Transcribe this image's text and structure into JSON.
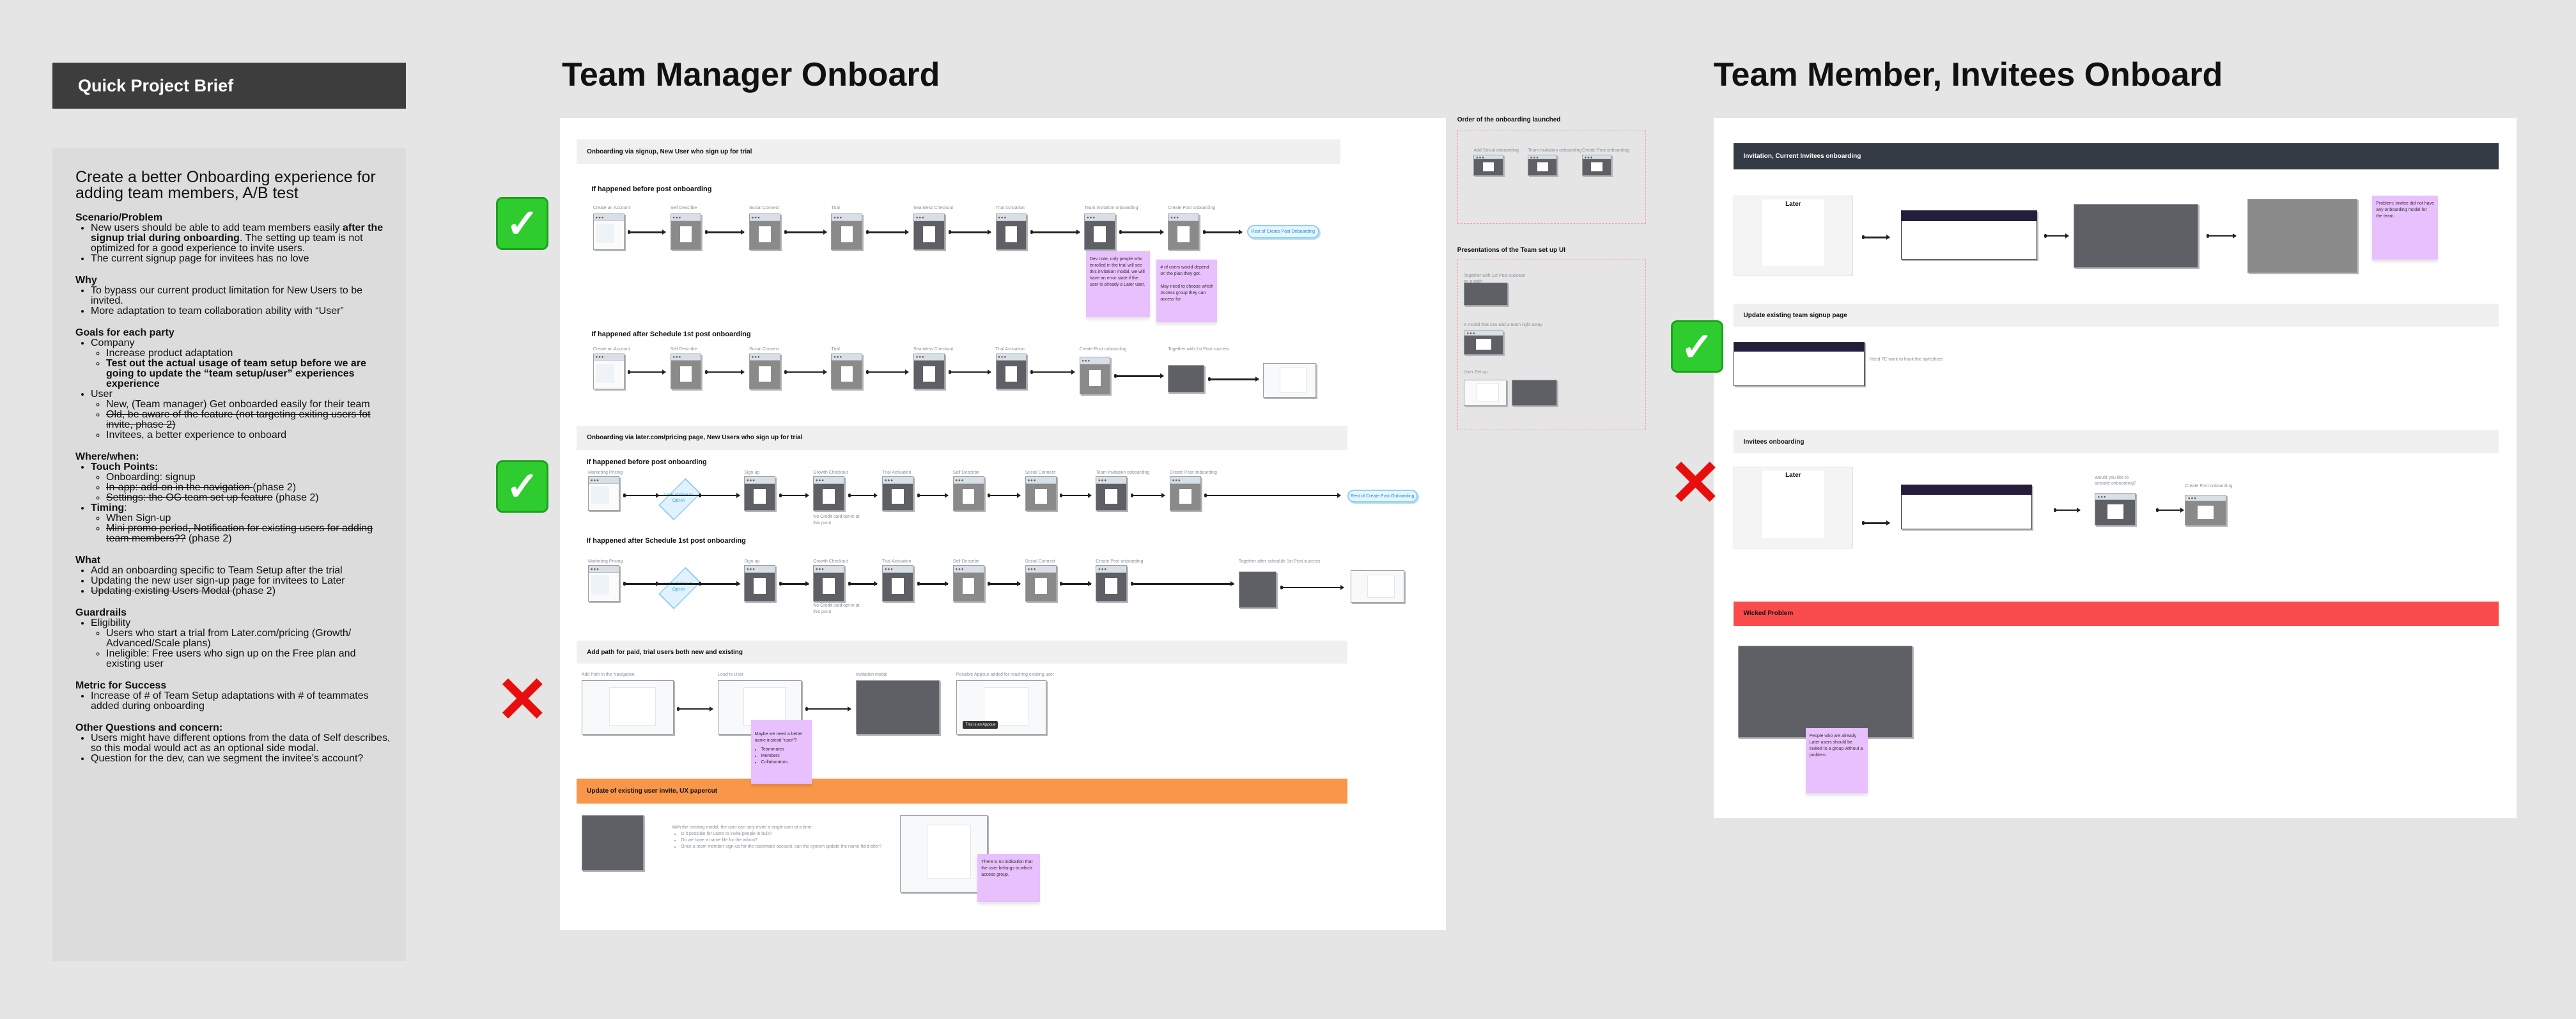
{
  "brief": {
    "header": "Quick Project Brief",
    "headline": "Create a better Onboarding experience for adding team members, A/B test",
    "scenario": {
      "title": "Scenario/Problem",
      "b1_a": "New users should be able to add team members easily ",
      "b1_bold": "after the signup trial during onboarding",
      "b1_c": ". The setting up team is not optimized for a good experience to invite users.",
      "b2": "The current signup page for invitees has no love"
    },
    "why": {
      "title": "Why",
      "items": [
        "To bypass our current product limitation for New Users to be invited.",
        "More adaptation to team collaboration ability with “User”"
      ]
    },
    "goals": {
      "title": "Goals for each party",
      "company": "Company",
      "company_items": [
        "Increase product adaptation",
        "Test out the actual usage of team setup before we are going to update the “team setup/user” experiences experience"
      ],
      "user": "User",
      "user_items": [
        "New, (Team manager) Get onboarded easily for their team",
        "Old, be aware of the feature (not targeting exiting users fot invite, phase 2)",
        "Invitees, a better experience to onboard"
      ]
    },
    "where": {
      "title": "Where/when:",
      "touch": "Touch Points:",
      "touch_items": [
        "Onboarding: signup",
        "In-app: add-on in the navigation ",
        "Settings: the OG team set up feature"
      ],
      "phase2": " (phase 2)",
      "timing": "Timing",
      "timing_items": [
        "When Sign-up",
        "Mini promo period, Notification for existing users for adding team members??"
      ]
    },
    "what": {
      "title": "What",
      "items": [
        "Add an onboarding specific to Team Setup after the trial",
        "Updating the new user sign-up page for invitees to Later",
        "Updating existing Users Modal "
      ]
    },
    "guardrails": {
      "title": "Guardrails",
      "eligibility": "Eligibility",
      "items": [
        "Users who start a trial from Later.com/pricing (Growth/ Advanced/Scale plans)",
        "Ineligible: Free users who sign up on the Free plan and existing user"
      ]
    },
    "metric": {
      "title": "Metric for Success",
      "items": [
        "Increase of # of Team Setup adaptations with # of teammates added during onboarding"
      ]
    },
    "questions": {
      "title": "Other Questions and concern:",
      "items": [
        "Users might have different options from the data of Self describes, so this modal would act as an optional side modal.",
        "Question for the dev, can we segment the invitee’s account?"
      ]
    }
  },
  "manager": {
    "title": "Team Manager Onboard",
    "s1": {
      "band": "Onboarding via signup, New User who sign up for trial",
      "before": {
        "title": "If happened before post onboarding",
        "steps": [
          "Create an Account",
          "Self Describe",
          "Social Connect",
          "Trial",
          "Seamless Checkout",
          "Trial Activation",
          "Team Invitation onboarding",
          "Create Post onboarding"
        ],
        "pill": "Rest of Create Post Onboarding",
        "notes": [
          "Dev note, only people who enrolled in the trial will see this invitation modal, we will have an error state if the user is already a Later user.",
          "# of users would depend on the plan they got.\n\nMay need to choose which Access group they can access for"
        ]
      },
      "after": {
        "title": "If happened after Schedule 1st post onboarding",
        "steps": [
          "Create an Account",
          "Self Describe",
          "Social Connect",
          "Trial",
          "Seamless Checkout",
          "Trial Activation",
          "Create Post onboarding",
          "Together with 1st Post success"
        ]
      }
    },
    "s2": {
      "band": "Onboarding via later.com/pricing page, New Users who sign up for trial",
      "before": {
        "title": "If happened before post onboarding",
        "steps": [
          "Marketing Pricing",
          "Sign-up",
          "Growth Checkout",
          "Trial Activation",
          "Self Describe",
          "Social Connect",
          "Team Invitation onboarding",
          "Create Post onboarding"
        ],
        "diamond": "User choice to Opt-in",
        "note": "No Credit card opt-in at this point",
        "pill": "Rest of Create Post Onboarding"
      },
      "after": {
        "title": "If happened after Schedule 1st post onboarding",
        "steps": [
          "Marketing Pricing",
          "Sign-up",
          "Growth Checkout",
          "Trial Activation",
          "Self Describe",
          "Social Connect",
          "Create Post onboarding",
          "Together after schedule 1st Post success"
        ],
        "diamond": "User choice to Opt-in",
        "note": "No Credit card opt-in at this point"
      }
    },
    "s3": {
      "band": "Add path for paid, trial users both new and existing",
      "steps": [
        "Add Path in the Navigation",
        "Lead to User",
        "Invitation modal",
        "Possible Appcue added for reaching existing user"
      ],
      "tooltip": "This is an Appcue",
      "note": "Maybe we need a better name instead “user”?",
      "note_items": [
        "Teammates",
        "Members",
        "Collaborators"
      ]
    },
    "s4": {
      "band": "Update of existing user invite, UX papercut",
      "text": "With the existing modal, the user can only invite a single user at a time:",
      "items": [
        "Is it possible for users to invite people in bulk?",
        "Do we have a name file for the admin?",
        "Once a team member sign-up for the teammate account, can the system update the name field after?"
      ],
      "note": "There is no indication that the user belongs to which access group."
    }
  },
  "side": {
    "order": {
      "title": "Order of the onboarding launched",
      "items": [
        "Add Social onboarding",
        "Team Invitation onboarding",
        "Create Post onboarding"
      ]
    },
    "presentations": {
      "title": "Presentations of the Team set up UI",
      "items": [
        "Together with 1st Post success as a path",
        "A modal that can add a team right away",
        "User Set  up"
      ]
    }
  },
  "member": {
    "title": "Team Member, Invitees Onboard",
    "invitation": {
      "band": "Invitation, Current Invitees onboarding",
      "note": "Problem: Invitee did not have any onboarding modal for the team."
    },
    "update": {
      "band": "Update existing team signup page",
      "text": "Need FE work to hook the stylesheet"
    },
    "invitees": {
      "band": "Invitees onboarding",
      "steps": [
        "Would you like to activate onboarding?",
        "Create Post onboarding"
      ]
    },
    "wicked": {
      "band": "Wicked Problem",
      "note": "People who are already Later users should be invited to a group without a problem."
    },
    "email_logo": "Later"
  },
  "status_marks": {
    "approved": "✓",
    "rejected": "✕"
  },
  "colors": {
    "approved": "#2ecc2e",
    "rejected": "#e80e0e",
    "sticky": "#e8c0fd",
    "orange_band": "#f8964a",
    "red_band": "#f94b4b",
    "dark_band": "#353b45"
  }
}
